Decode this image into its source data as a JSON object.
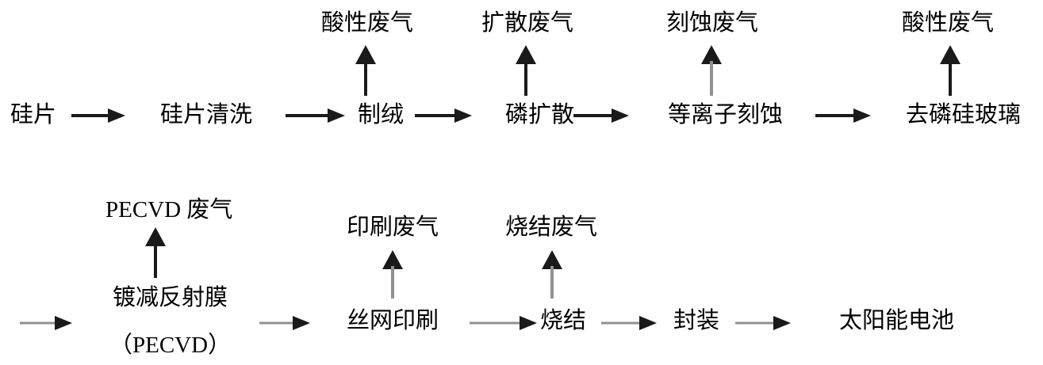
{
  "diagram": {
    "type": "process-flowchart",
    "subject": "solar cell manufacturing process with waste gas emissions",
    "background": "#ffffff",
    "colors": {
      "text": "#000000",
      "arrow_dark": "#1a1a1a",
      "arrow_gray_stem": "#919191"
    }
  },
  "row1": {
    "steps": [
      {
        "label": "硅片"
      },
      {
        "label": "硅片清洗"
      },
      {
        "label": "制绒",
        "emission": "酸性废气"
      },
      {
        "label": "磷扩散",
        "emission": "扩散废气"
      },
      {
        "label": "等离子刻蚀",
        "emission": "刻蚀废气"
      },
      {
        "label": "去磷硅玻璃",
        "emission": "酸性废气"
      }
    ]
  },
  "row2": {
    "steps": [
      {
        "label": "镀减反射膜",
        "sublabel": "（PECVD）",
        "emission": "PECVD 废气"
      },
      {
        "label": "丝网印刷",
        "emission": "印刷废气"
      },
      {
        "label": "烧结",
        "emission": "烧结废气"
      },
      {
        "label": "封装"
      },
      {
        "label": "太阳能电池"
      }
    ]
  }
}
